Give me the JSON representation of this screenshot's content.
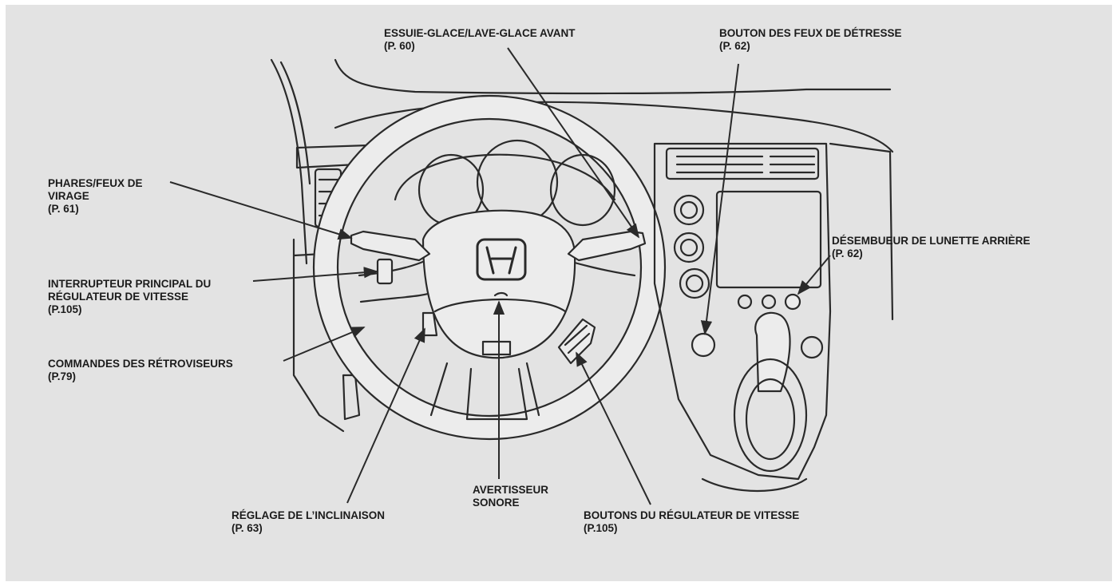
{
  "colors": {
    "background": "#e3e3e3",
    "line": "#2a2a2a",
    "fill_light": "#ececec",
    "text": "#1b1b1b"
  },
  "labels": {
    "windshield": {
      "lines": [
        "ESSUIE-GLACE/LAVE-GLACE AVANT"
      ],
      "page": "(P. 60)"
    },
    "hazard": {
      "lines": [
        "BOUTON DES FEUX DE DÉTRESSE"
      ],
      "page": "(P. 62)"
    },
    "headlights": {
      "lines": [
        "PHARES/FEUX DE",
        "VIRAGE"
      ],
      "page": "(P. 61)"
    },
    "defogger": {
      "lines": [
        "DÉSEMBUEUR DE LUNETTE ARRIÈRE"
      ],
      "page": "(P. 62)"
    },
    "cruise_main": {
      "lines": [
        "INTERRUPTEUR PRINCIPAL DU",
        "RÉGULATEUR DE VITESSE"
      ],
      "page": "(P.105)"
    },
    "mirrors": {
      "lines": [
        "COMMANDES DES RÉTROVISEURS"
      ],
      "page": "(P.79)"
    },
    "tilt": {
      "lines": [
        "RÉGLAGE DE L’INCLINAISON"
      ],
      "page": "(P. 63)"
    },
    "horn": {
      "lines": [
        "AVERTISSEUR",
        "SONORE"
      ],
      "page": ""
    },
    "cruise_buttons": {
      "lines": [
        "BOUTONS DU RÉGULATEUR DE VITESSE"
      ],
      "page": "(P.105)"
    }
  }
}
